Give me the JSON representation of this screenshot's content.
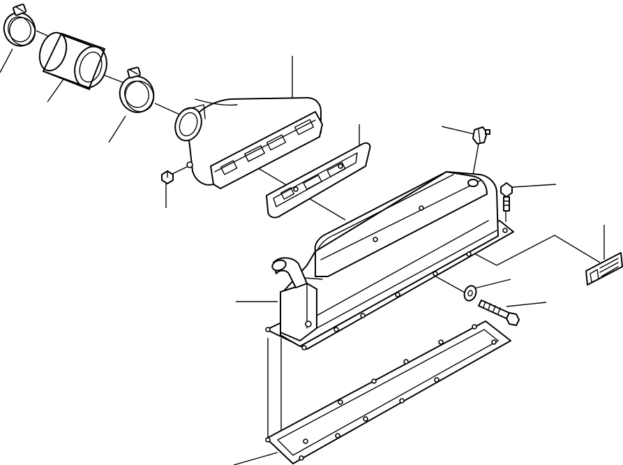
{
  "diagram": {
    "parts": [
      {
        "id": "clamp-upper"
      },
      {
        "id": "connector-sleeve"
      },
      {
        "id": "clamp-lower"
      },
      {
        "id": "intake-elbow"
      },
      {
        "id": "elbow-gasket"
      },
      {
        "id": "elbow-bolt"
      },
      {
        "id": "breather-fitting"
      },
      {
        "id": "cover-bolt"
      },
      {
        "id": "caution-plate"
      },
      {
        "id": "rocker-cover"
      },
      {
        "id": "washer"
      },
      {
        "id": "stud-bolt"
      },
      {
        "id": "cover-gasket"
      }
    ]
  }
}
